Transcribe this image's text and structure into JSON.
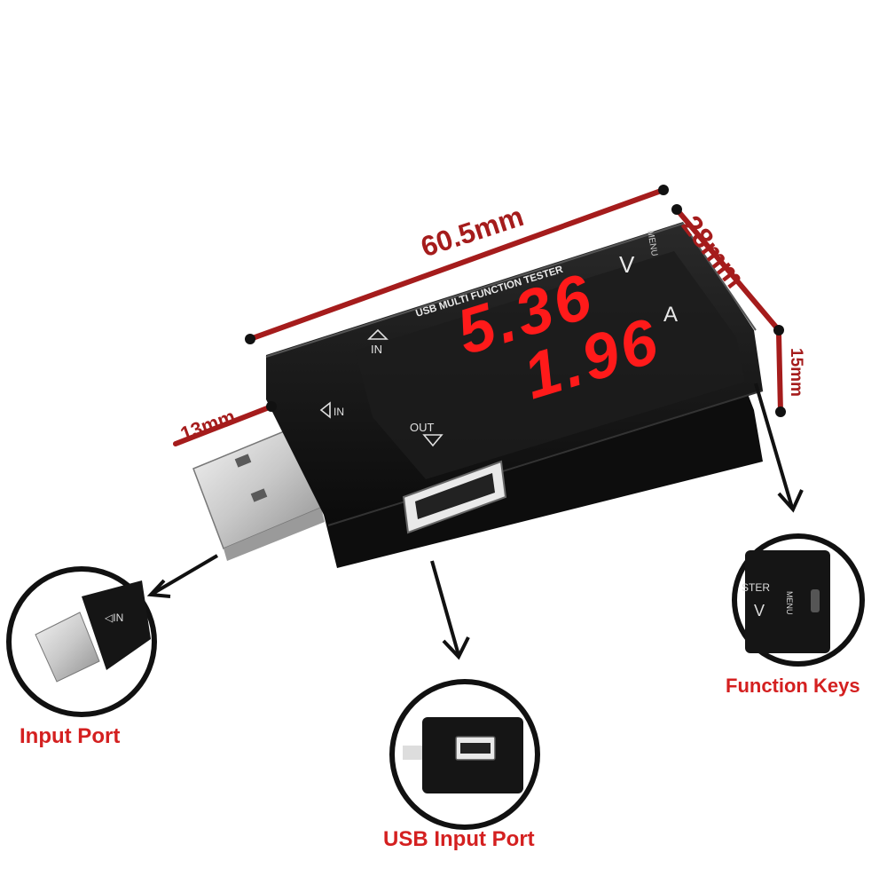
{
  "device": {
    "title": "USB MULTI FUNCTION TESTER",
    "voltage_reading": "5.36",
    "voltage_unit": "V",
    "current_reading": "1.96",
    "current_unit": "A",
    "in_label": "IN",
    "out_label": "OUT",
    "menu_label": "MENU"
  },
  "dimensions": {
    "length": "60.5mm",
    "width": "28mm",
    "height": "15mm",
    "plug": "13mm"
  },
  "callouts": {
    "input_port": "Input Port",
    "usb_input_port": "USB Input Port",
    "function_keys": "Function Keys"
  },
  "insets": {
    "function_keys_partial_text": "STER",
    "function_keys_unit": "V",
    "function_keys_menu": "MENU"
  },
  "colors": {
    "dimension_lines": "#a51c1c",
    "callout_text": "#d42020",
    "led_red": "#ff1a1a",
    "device_body": "#141414"
  }
}
